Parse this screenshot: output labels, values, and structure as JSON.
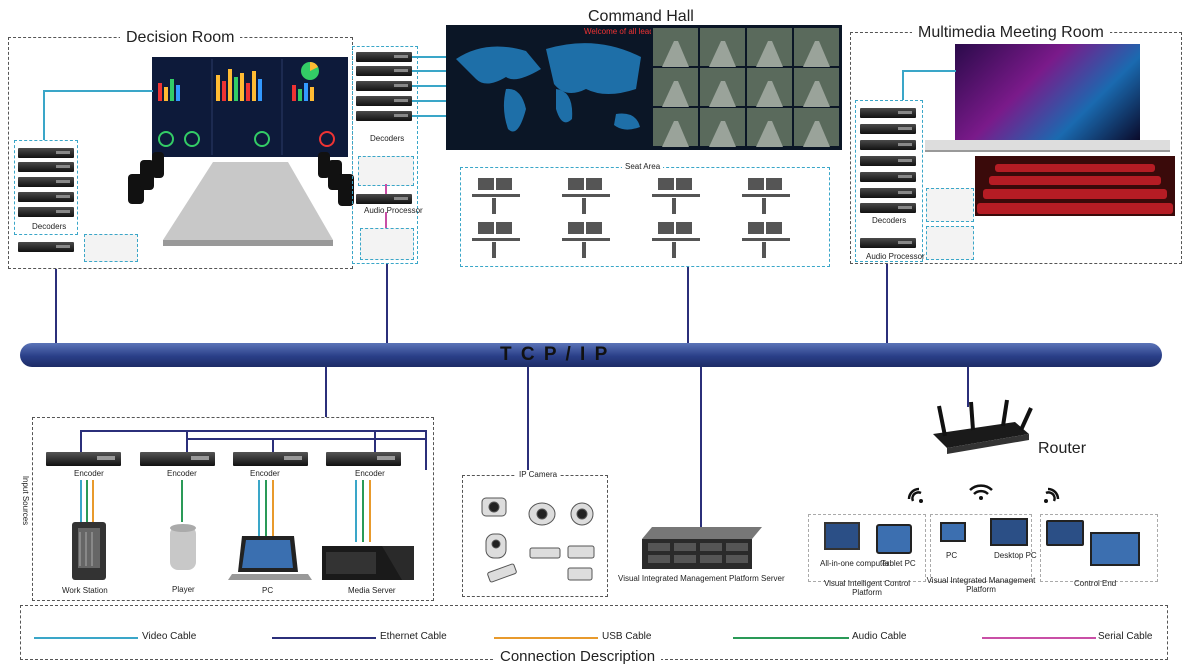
{
  "decision_room": {
    "title": "Decision Room",
    "decoders_label": "Decoders",
    "audio_processor_label": "Audio Processor"
  },
  "command_hall": {
    "title": "Command Hall",
    "banner": "Welcome of all leaders",
    "seat_area_label": "Seat Area"
  },
  "meeting_room": {
    "title": "Multimedia Meeting Room",
    "decoders_label": "Decoders",
    "audio_processor_label": "Audio Processor"
  },
  "backbone": {
    "label": "T C P / I P"
  },
  "input_sources": {
    "label": "Input Sources",
    "encoder_label": "Encoder",
    "devices": [
      "Work Station",
      "Player",
      "PC",
      "Media Server"
    ]
  },
  "ip_camera": {
    "label": "IP Camera"
  },
  "server": {
    "label": "Visual Integrated Management Platform Server"
  },
  "router": {
    "label": "Router"
  },
  "control": {
    "intelligent": {
      "label": "Visual Intelligent Control Platform",
      "devices": [
        "All-in-one computer",
        "Tablet PC"
      ]
    },
    "integrated": {
      "label": "Visual Integrated Management Platform",
      "devices": [
        "PC",
        "Desktop PC"
      ]
    },
    "end": {
      "label": "Control End"
    }
  },
  "legend": {
    "title": "Connection Description",
    "items": [
      {
        "label": "Video Cable",
        "color": "#3aa6c8"
      },
      {
        "label": "Ethernet Cable",
        "color": "#2b2f7a"
      },
      {
        "label": "USB Cable",
        "color": "#e89a2c"
      },
      {
        "label": "Audio Cable",
        "color": "#2a9a57"
      },
      {
        "label": "Serial Cable",
        "color": "#c94fa6"
      }
    ]
  }
}
